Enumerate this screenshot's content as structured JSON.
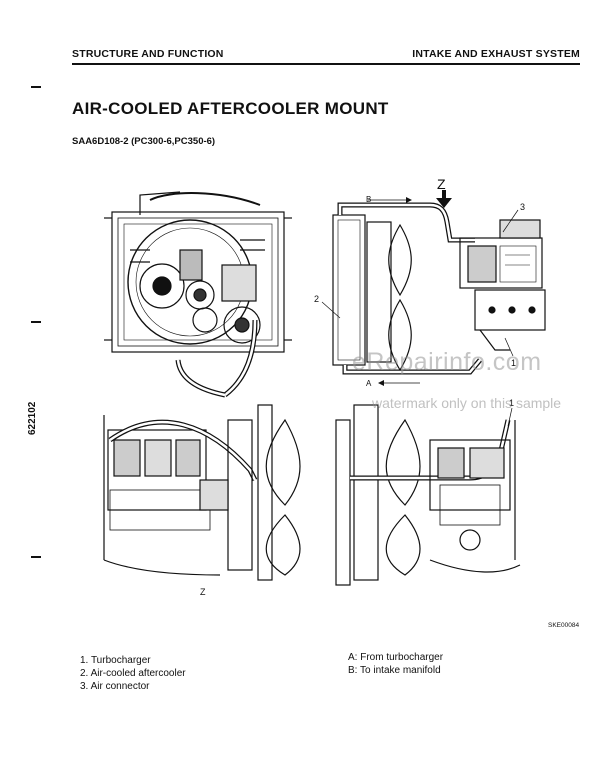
{
  "header": {
    "left": "STRUCTURE AND FUNCTION",
    "right": "INTAKE AND EXHAUST SYSTEM"
  },
  "title": "AIR-COOLED AFTERCOOLER MOUNT",
  "subtitle": "SAA6D108-2 (PC300-6,PC350-6)",
  "page_code": "622102",
  "figure": {
    "view_label_z": "Z",
    "label_b": "B",
    "label_a": "A",
    "callout_1": "1",
    "callout_2": "2",
    "callout_3": "3",
    "bottom_z": "Z",
    "figure_code": "SKE00084"
  },
  "legend_left": [
    "1. Turbocharger",
    "2. Air-cooled aftercooler",
    "3. Air connector"
  ],
  "legend_right": [
    "A: From turbocharger",
    "B: To intake manifold"
  ],
  "watermark": {
    "site": "eRepairinfo.com",
    "note": "watermark only on this sample"
  }
}
